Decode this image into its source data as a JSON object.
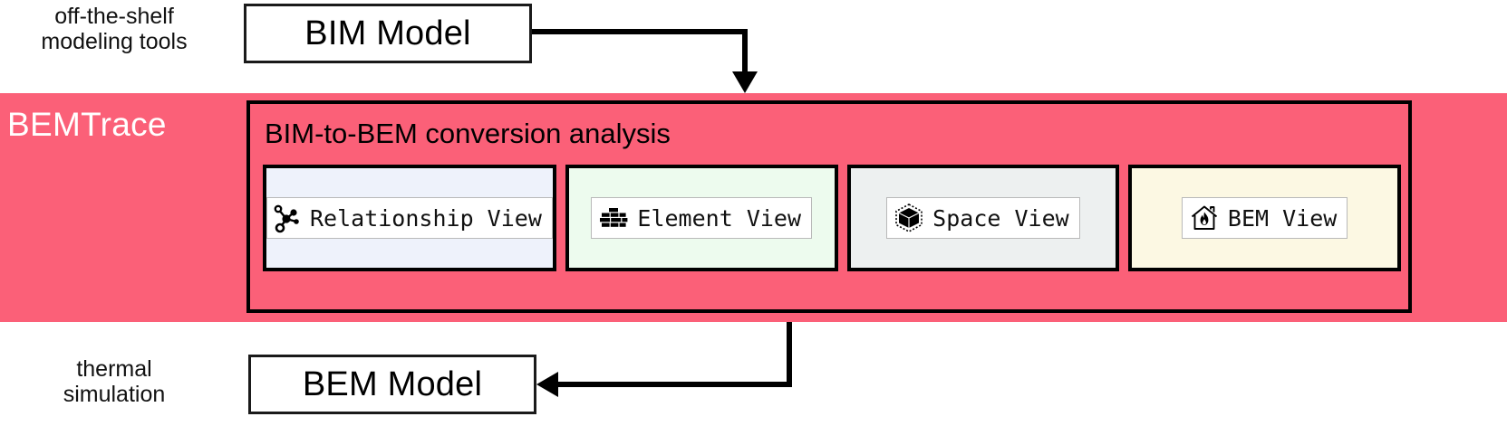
{
  "captions": {
    "top": "off-the-shelf\nmodeling tools",
    "bottom": "thermal\nsimulation"
  },
  "boxes": {
    "bim_model": "BIM Model",
    "bem_model": "BEM Model"
  },
  "band": {
    "label": "BEMTrace",
    "color": "#FB6078",
    "text_color": "#FFFFFF"
  },
  "panel": {
    "title": "BIM-to-BEM conversion analysis",
    "border_color": "#000000"
  },
  "views": [
    {
      "label": "Relationship View",
      "icon": "graph-network-icon",
      "bg": "#EEF2FB"
    },
    {
      "label": "Element View",
      "icon": "brick-wall-icon",
      "bg": "#EDFBEE"
    },
    {
      "label": "Space View",
      "icon": "cube-3d-icon",
      "bg": "#EDF0F0"
    },
    {
      "label": "BEM View",
      "icon": "house-flame-icon",
      "bg": "#FCF8E3"
    }
  ],
  "connectors": [
    {
      "name": "bim-to-bemtrace-arrow",
      "direction": "down"
    },
    {
      "name": "bemtrace-to-bem-arrow",
      "direction": "left"
    }
  ]
}
